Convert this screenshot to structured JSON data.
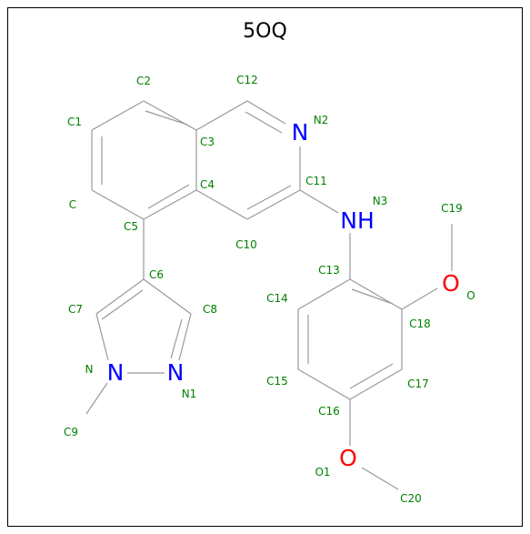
{
  "title": "5OQ",
  "colors": {
    "bond": "#999999",
    "label": "#008000",
    "nitrogen": "#0000ff",
    "oxygen": "#ff0000",
    "title": "#000000",
    "frame": "#000000"
  },
  "atom_symbols": {
    "n2": "N",
    "n3": "NH",
    "n": "N",
    "n1": "N",
    "o": "O",
    "o1": "O"
  },
  "atom_labels": {
    "c": "C",
    "c1": "C1",
    "c2": "C2",
    "c3": "C3",
    "c4": "C4",
    "c5": "C5",
    "c6": "C6",
    "c7": "C7",
    "c8": "C8",
    "c9": "C9",
    "c10": "C10",
    "c11": "C11",
    "c12": "C12",
    "c13": "C13",
    "c14": "C14",
    "c15": "C15",
    "c16": "C16",
    "c17": "C17",
    "c18": "C18",
    "c19": "C19",
    "c20": "C20",
    "n": "N",
    "n1": "N1",
    "n2": "N2",
    "n3": "N3",
    "o": "O",
    "o1": "O1"
  }
}
